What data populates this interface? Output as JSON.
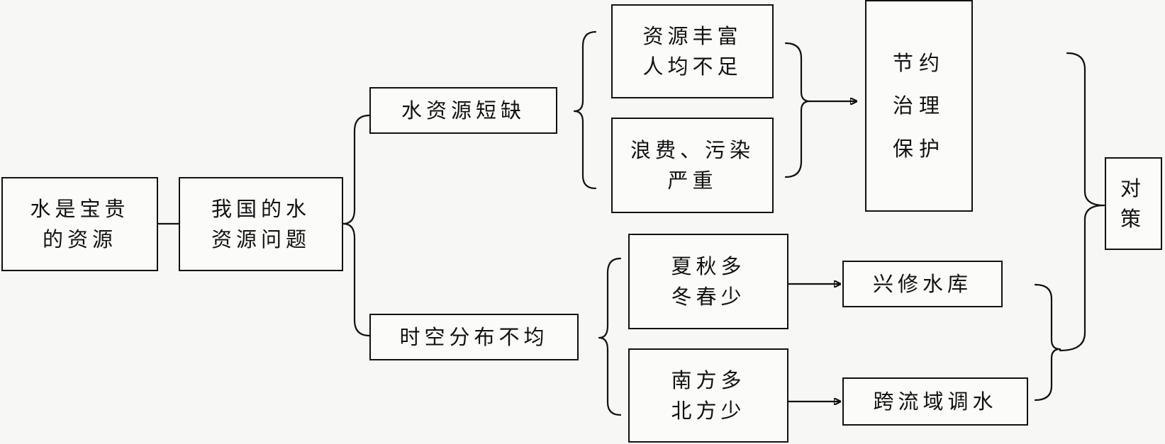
{
  "diagram": {
    "root": {
      "line1": "水是宝贵",
      "line2": "的资源"
    },
    "topic": {
      "line1": "我国的水",
      "line2": "资源问题"
    },
    "problems": {
      "shortage": "水资源短缺",
      "uneven": "时空分布不均"
    },
    "causes": {
      "abundant": {
        "line1": "资源丰富",
        "line2": "人均不足"
      },
      "waste": {
        "line1": "浪费、污染",
        "line2": "严重"
      },
      "seasonal": {
        "line1": "夏秋多",
        "line2": "冬春少"
      },
      "regional": {
        "line1": "南方多",
        "line2": "北方少"
      }
    },
    "measures": {
      "save": "节约",
      "treat": "治理",
      "protect": "保护",
      "reservoir": "兴修水库",
      "transfer": "跨流域调水"
    },
    "countermeasure": {
      "char1": "对",
      "char2": "策"
    }
  },
  "colors": {
    "line": "#111111",
    "paper": "#f7f7f5"
  }
}
